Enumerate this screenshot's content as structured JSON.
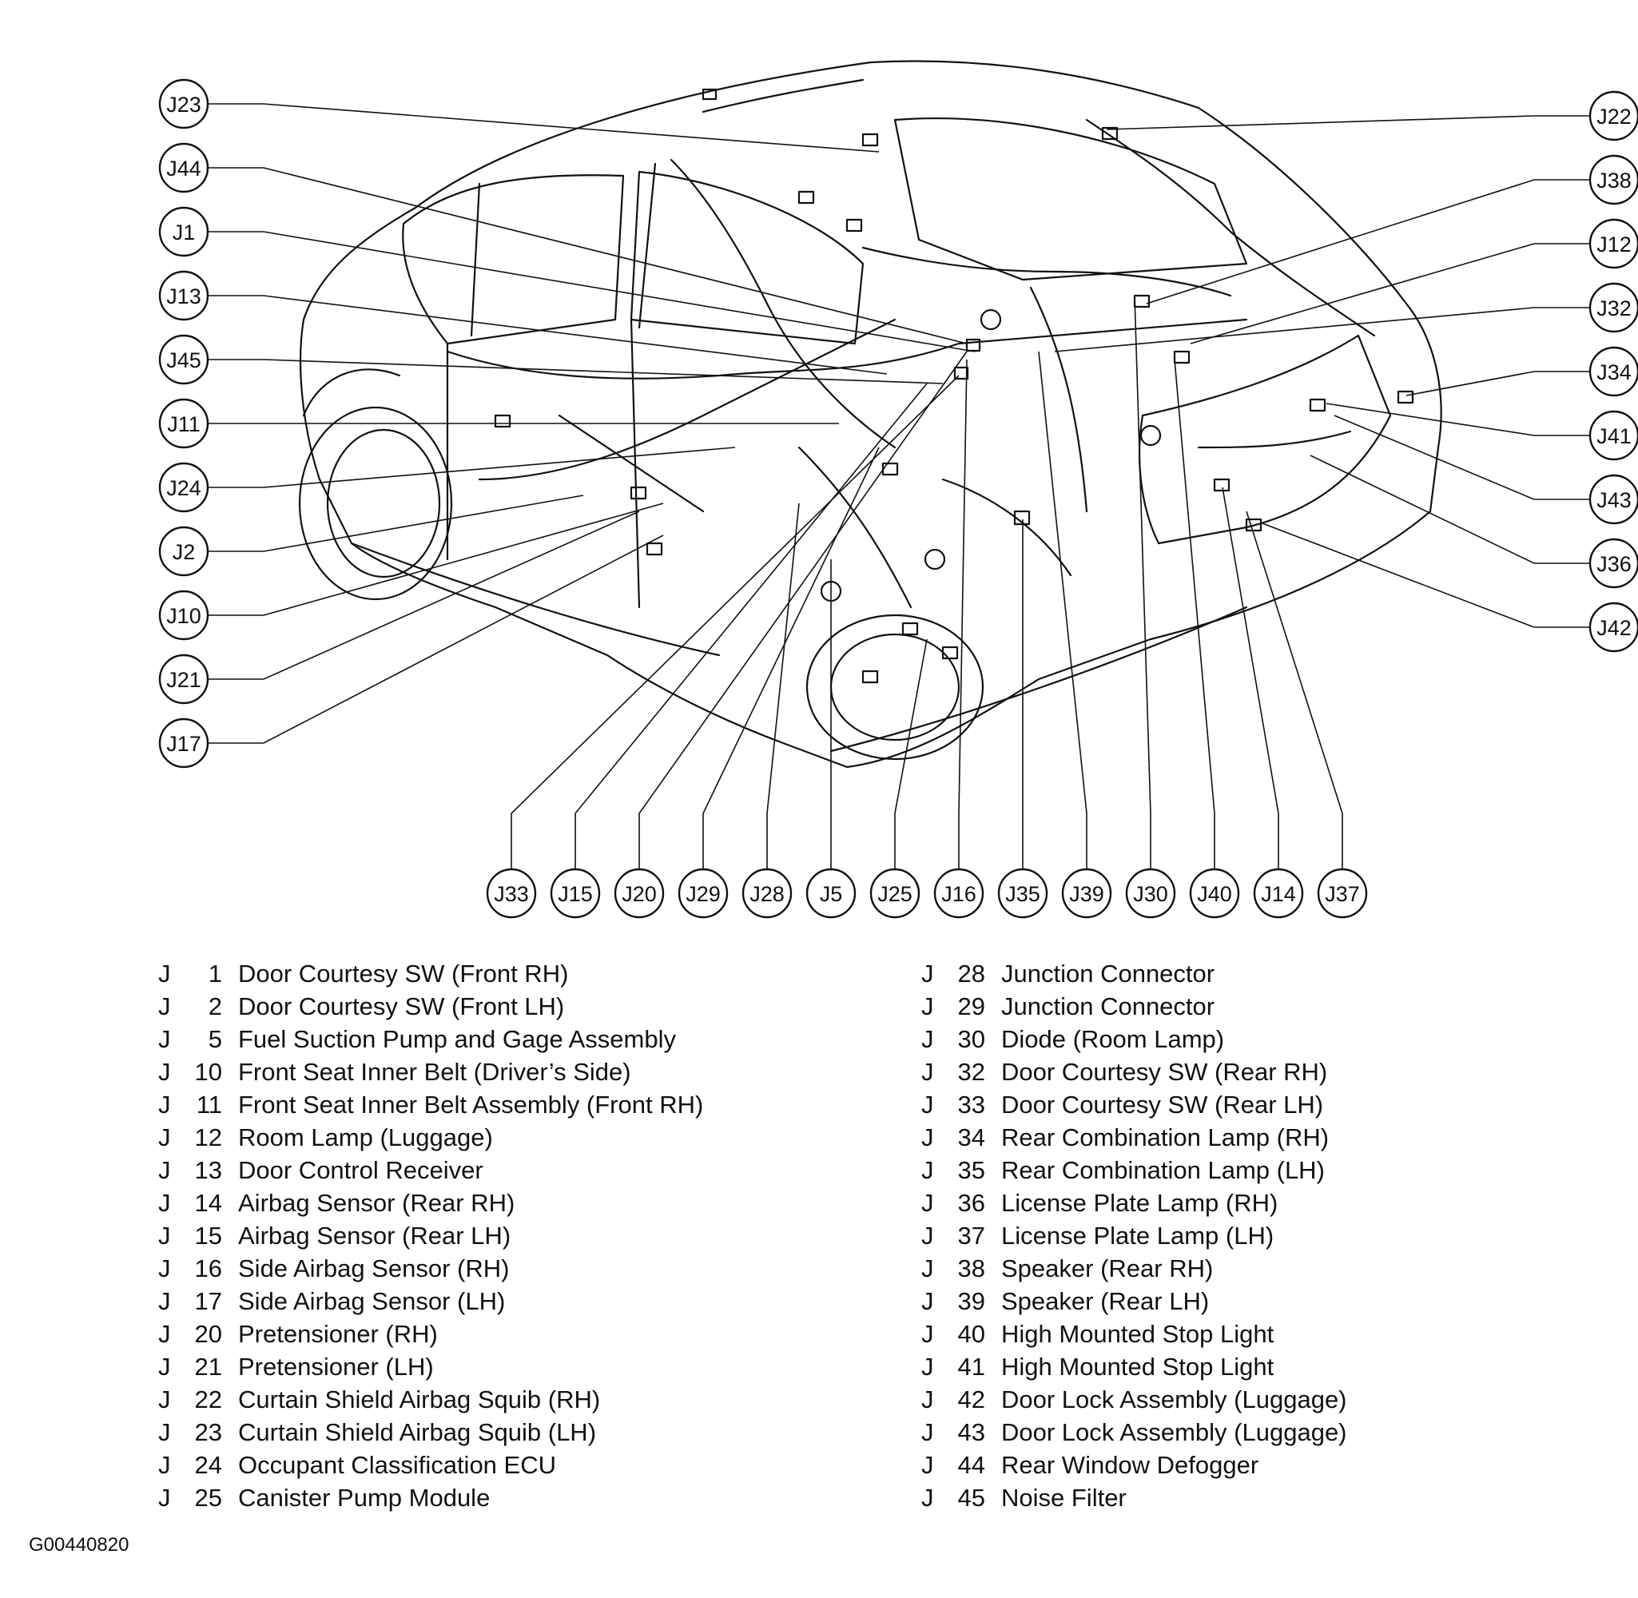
{
  "figure_id": "G00440820",
  "callouts": {
    "left": [
      "J23",
      "J44",
      "J1",
      "J13",
      "J45",
      "J11",
      "J24",
      "J2",
      "J10",
      "J21",
      "J17"
    ],
    "right": [
      "J22",
      "J38",
      "J12",
      "J32",
      "J34",
      "J41",
      "J43",
      "J36",
      "J42"
    ],
    "bottom": [
      "J33",
      "J15",
      "J20",
      "J29",
      "J28",
      "J5",
      "J25",
      "J16",
      "J35",
      "J39",
      "J30",
      "J40",
      "J14",
      "J37"
    ]
  },
  "legend": {
    "left": [
      {
        "prefix": "J",
        "num": "1",
        "desc": "Door Courtesy SW (Front RH)"
      },
      {
        "prefix": "J",
        "num": "2",
        "desc": "Door Courtesy SW (Front LH)"
      },
      {
        "prefix": "J",
        "num": "5",
        "desc": "Fuel Suction Pump and Gage Assembly"
      },
      {
        "prefix": "J",
        "num": "10",
        "desc": "Front Seat Inner Belt (Driver’s Side)"
      },
      {
        "prefix": "J",
        "num": "11",
        "desc": "Front Seat Inner Belt Assembly (Front RH)"
      },
      {
        "prefix": "J",
        "num": "12",
        "desc": "Room Lamp (Luggage)"
      },
      {
        "prefix": "J",
        "num": "13",
        "desc": "Door Control Receiver"
      },
      {
        "prefix": "J",
        "num": "14",
        "desc": "Airbag Sensor (Rear RH)"
      },
      {
        "prefix": "J",
        "num": "15",
        "desc": "Airbag Sensor (Rear LH)"
      },
      {
        "prefix": "J",
        "num": "16",
        "desc": "Side Airbag Sensor (RH)"
      },
      {
        "prefix": "J",
        "num": "17",
        "desc": "Side Airbag Sensor (LH)"
      },
      {
        "prefix": "J",
        "num": "20",
        "desc": "Pretensioner (RH)"
      },
      {
        "prefix": "J",
        "num": "21",
        "desc": "Pretensioner (LH)"
      },
      {
        "prefix": "J",
        "num": "22",
        "desc": "Curtain Shield Airbag Squib (RH)"
      },
      {
        "prefix": "J",
        "num": "23",
        "desc": "Curtain Shield Airbag Squib (LH)"
      },
      {
        "prefix": "J",
        "num": "24",
        "desc": "Occupant Classification ECU"
      },
      {
        "prefix": "J",
        "num": "25",
        "desc": "Canister Pump Module"
      }
    ],
    "right": [
      {
        "prefix": "J",
        "num": "28",
        "desc": "Junction Connector"
      },
      {
        "prefix": "J",
        "num": "29",
        "desc": "Junction Connector"
      },
      {
        "prefix": "J",
        "num": "30",
        "desc": "Diode (Room Lamp)"
      },
      {
        "prefix": "J",
        "num": "32",
        "desc": "Door Courtesy SW (Rear RH)"
      },
      {
        "prefix": "J",
        "num": "33",
        "desc": "Door Courtesy SW (Rear LH)"
      },
      {
        "prefix": "J",
        "num": "34",
        "desc": "Rear Combination Lamp (RH)"
      },
      {
        "prefix": "J",
        "num": "35",
        "desc": "Rear Combination Lamp (LH)"
      },
      {
        "prefix": "J",
        "num": "36",
        "desc": "License Plate Lamp (RH)"
      },
      {
        "prefix": "J",
        "num": "37",
        "desc": "License Plate Lamp (LH)"
      },
      {
        "prefix": "J",
        "num": "38",
        "desc": "Speaker (Rear RH)"
      },
      {
        "prefix": "J",
        "num": "39",
        "desc": "Speaker (Rear LH)"
      },
      {
        "prefix": "J",
        "num": "40",
        "desc": "High Mounted Stop Light"
      },
      {
        "prefix": "J",
        "num": "41",
        "desc": "High Mounted Stop Light"
      },
      {
        "prefix": "J",
        "num": "42",
        "desc": "Door Lock Assembly (Luggage)"
      },
      {
        "prefix": "J",
        "num": "43",
        "desc": "Door Lock Assembly (Luggage)"
      },
      {
        "prefix": "J",
        "num": "44",
        "desc": "Rear Window Defogger"
      },
      {
        "prefix": "J",
        "num": "45",
        "desc": "Noise Filter"
      }
    ]
  }
}
